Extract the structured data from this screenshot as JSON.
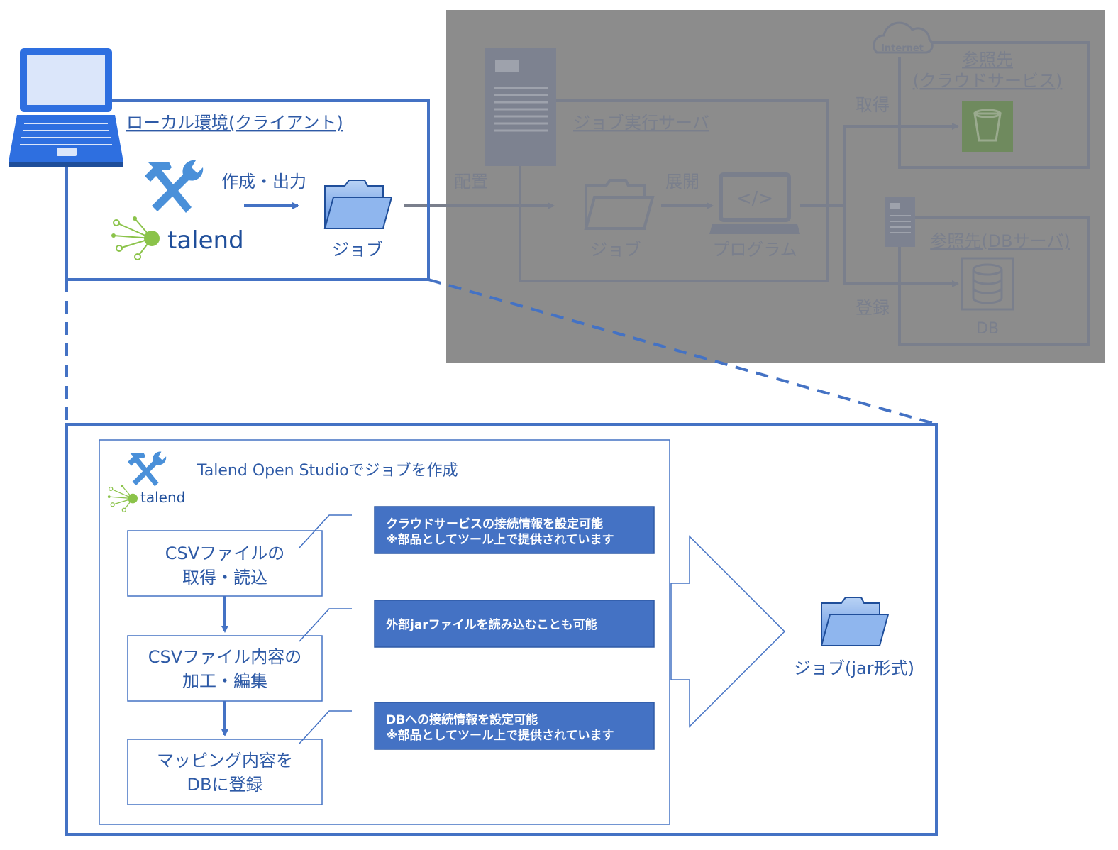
{
  "colors": {
    "primary": "#4472c4",
    "text_blue": "#2e5aa6",
    "dark_blue": "#1f4e9a",
    "laptop_blue": "#2e6fe0",
    "overlay_gray": "#8c8c8c",
    "ghost_line": "#7a7f8c",
    "green": "#8bc34a",
    "callout_fill": "#4472c4",
    "white": "#ffffff"
  },
  "local": {
    "title": "ローカル環境(クライアント)",
    "create_output": "作成・出力",
    "talend_logo": "talend",
    "job_label": "ジョブ"
  },
  "server_area": {
    "deploy": "配置",
    "server_title": "ジョブ実行サーバ",
    "expand": "展開",
    "job_label": "ジョブ",
    "program_label": "プログラム",
    "acquire": "取得",
    "register": "登録",
    "internet": "Internet",
    "cloud_ref_line1": "参照先",
    "cloud_ref_line2": "(クラウドサービス)",
    "db_ref": "参照先(DBサーバ)",
    "db_label": "DB"
  },
  "studio": {
    "title": "Talend Open Studioでジョブを作成",
    "talend_logo": "talend",
    "steps": [
      {
        "line1": "CSVファイルの",
        "line2": "取得・読込"
      },
      {
        "line1": "CSVファイル内容の",
        "line2": "加工・編集"
      },
      {
        "line1": "マッピング内容を",
        "line2": "DBに登録"
      }
    ],
    "callouts": [
      {
        "line1": "クラウドサービスの接続情報を設定可能",
        "line2": "※部品としてツール上で提供されています"
      },
      {
        "line1": "外部jarファイルを読み込むことも可能",
        "line2": ""
      },
      {
        "line1": "DBへの接続情報を設定可能",
        "line2": "※部品としてツール上で提供されています"
      }
    ],
    "output_job": "ジョブ(jar形式)"
  }
}
